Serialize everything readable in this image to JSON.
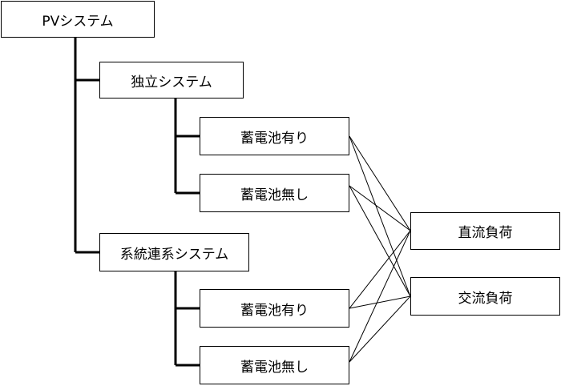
{
  "diagram": {
    "root": {
      "label": "PVシステム"
    },
    "standalone": {
      "label": "独立システム",
      "children": [
        {
          "label": "蓄電池有り"
        },
        {
          "label": "蓄電池無し"
        }
      ]
    },
    "grid_connected": {
      "label": "系統連系システム",
      "children": [
        {
          "label": "蓄電池有り"
        },
        {
          "label": "蓄電池無し"
        }
      ]
    },
    "loads": [
      {
        "label": "直流負荷"
      },
      {
        "label": "交流負荷"
      }
    ]
  }
}
